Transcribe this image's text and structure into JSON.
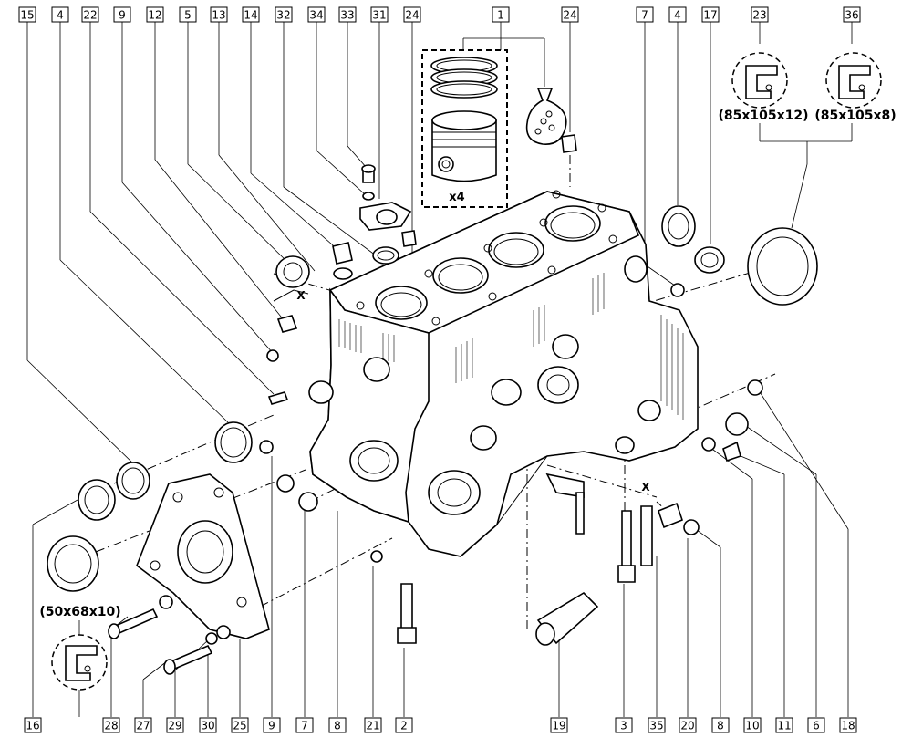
{
  "callouts_top": [
    "15",
    "4",
    "22",
    "9",
    "12",
    "5",
    "13",
    "14",
    "32",
    "34",
    "33",
    "31",
    "24",
    "1",
    "24",
    "7",
    "4",
    "17",
    "23",
    "36"
  ],
  "callouts_bottom": [
    "16",
    "28",
    "27",
    "29",
    "30",
    "25",
    "9",
    "7",
    "8",
    "21",
    "2",
    "19",
    "3",
    "35",
    "20",
    "8",
    "10",
    "11",
    "6",
    "18"
  ],
  "seal_sizes": {
    "left": "(50x68x10)",
    "right_a": "(85x105x12)",
    "right_b": "(85x105x8)"
  },
  "piston_quantity": "x4",
  "axis_marker": "X"
}
